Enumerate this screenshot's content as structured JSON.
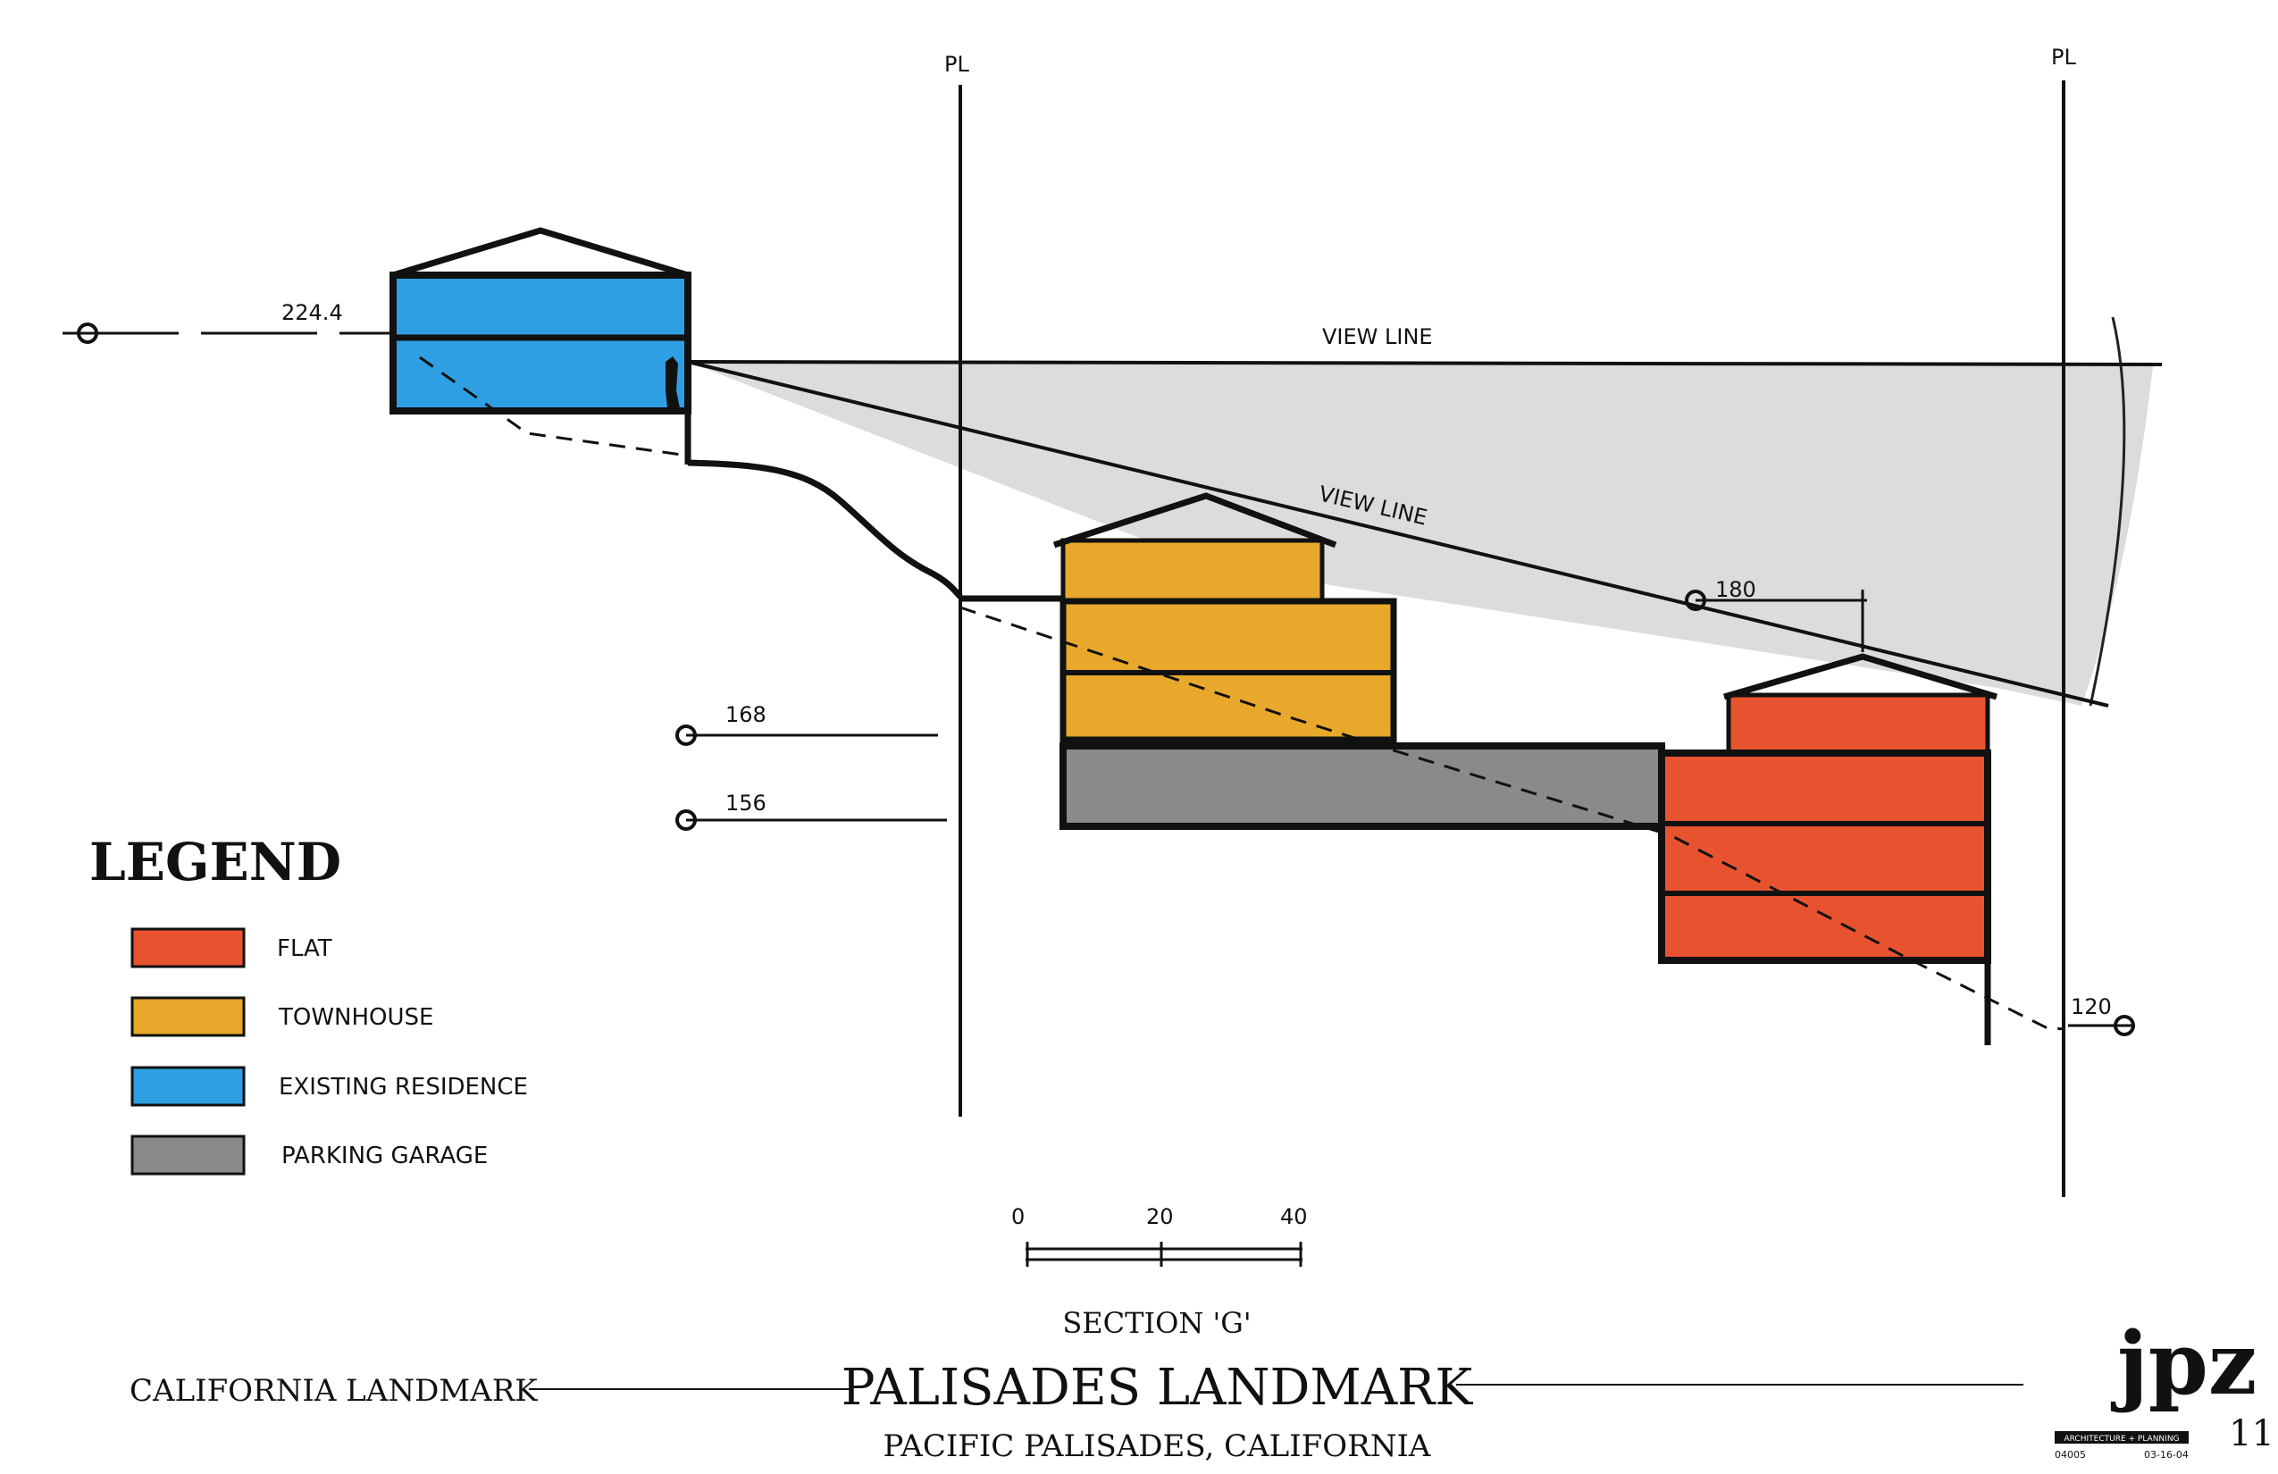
{
  "colors": {
    "flat": "#e8532f",
    "townhouse": "#e8a82c",
    "existing_residence": "#2f9fe4",
    "parking_garage": "#8a8a8a",
    "view_cone": "#dcdcdc",
    "ink": "#111111"
  },
  "property_line_label": "PL",
  "view_line_label": "VIEW LINE",
  "elevations": {
    "existing": "224.4",
    "view_target": "180",
    "level_168": "168",
    "level_156": "156",
    "level_120": "120"
  },
  "legend": {
    "title": "LEGEND",
    "items": [
      {
        "key": "flat",
        "label": "FLAT"
      },
      {
        "key": "townhouse",
        "label": "TOWNHOUSE"
      },
      {
        "key": "existing_residence",
        "label": "EXISTING RESIDENCE"
      },
      {
        "key": "parking_garage",
        "label": "PARKING GARAGE"
      }
    ]
  },
  "scale": {
    "ticks": [
      "0",
      "20",
      "40"
    ]
  },
  "section_title": "SECTION 'G'",
  "title_block": {
    "left": "CALIFORNIA LANDMARK",
    "project": "PALISADES LANDMARK",
    "location": "PACIFIC PALISADES, CALIFORNIA",
    "logo": "jpz",
    "logo_tagline": "ARCHITECTURE + PLANNING",
    "job_number": "04005",
    "date": "03-16-04",
    "sheet_number": "11"
  }
}
